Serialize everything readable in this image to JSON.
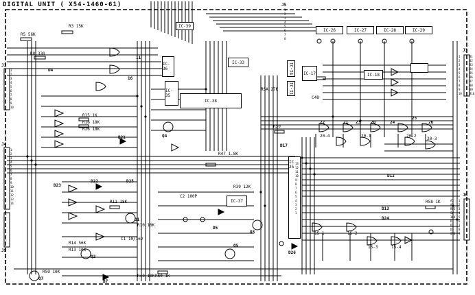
{
  "title": "DIGITAL UNIT ( X54-1460-61)",
  "ics": [
    {
      "id": "ic39",
      "label": "IC-39"
    },
    {
      "id": "ic26",
      "label": "IC-26"
    },
    {
      "id": "ic27",
      "label": "IC-27"
    },
    {
      "id": "ic28",
      "label": "IC-28"
    },
    {
      "id": "ic29",
      "label": "IC-29"
    },
    {
      "id": "ic34",
      "label": "IC-34"
    },
    {
      "id": "ic35",
      "label": "IC-35"
    },
    {
      "id": "ic36",
      "label": "IC-36"
    },
    {
      "id": "ic33",
      "label": "IC-33"
    },
    {
      "id": "ic38",
      "label": "IC-38"
    },
    {
      "id": "ic31",
      "label": "IC-31"
    },
    {
      "id": "ic17",
      "label": "IC-17"
    },
    {
      "id": "ic18",
      "label": "IC-18"
    },
    {
      "id": "ic25",
      "label": "IC 25"
    },
    {
      "id": "ic37",
      "label": "IC-37"
    }
  ],
  "connectors": {
    "j1": "J1",
    "j3": "J3",
    "j4": "J4",
    "j5": "J5",
    "j6": "J6",
    "j9": "J9"
  },
  "parts": {
    "r3": "R3 15K",
    "r5": "R5 56K",
    "r8": "R8 330",
    "d4": "D4",
    "d17": "D17",
    "d21": "D21",
    "d22": "D22",
    "d23": "D23",
    "d24": "D24",
    "d25": "D25",
    "d26": "D26",
    "d7": "D7",
    "d5": "D5",
    "q1": "Q1",
    "q2": "Q2",
    "q3": "Q3",
    "q4": "Q4",
    "q5": "Q5",
    "q7": "Q7",
    "c48": "C48",
    "r58": "R58 1K",
    "d12": "D12",
    "d13": "D13",
    "r50": "R50",
    "r26": "R26 18K",
    "r16": "R16 18K",
    "r15": "R15 1K",
    "r11": "R11 18K",
    "r10": "R10 10K",
    "rsa": "RSA 27K",
    "c1": "C1 10/16V",
    "c2": "C2 100P",
    "r14": "R14 56K",
    "r13": "R13 10K",
    "r47": "R47 1.8K",
    "r39": "R39 12K",
    "r59": "R59 10K",
    "r40": "R40 10K",
    "r60": "R60 1K"
  },
  "gate_labels": {
    "g20": "20",
    "g21": "21",
    "g22": "22",
    "g23": "23",
    "g24": "24",
    "g25": "25",
    "g26": "26",
    "g11": "11",
    "g16": "16",
    "g151": "15-1",
    "g152": "15-2",
    "g153": "15-3",
    "g154": "15-4",
    "g20a": "20-4",
    "g20b": "20-1",
    "g201": "20-1",
    "g202": "20-2",
    "g203": "20-3"
  },
  "pin_nums": {
    "j1": "1\n2\n3\n4\n5\n6\n7\n8\n9\n10",
    "j3": "1\n2\n3\n4\n5\n6\n7\n8\n9\n10",
    "j4": "1\n2\n3\n4\n5\n6\n7\n8\n9\n10\n11\n12\n13\n14",
    "j6": "1\n2\n3\n4\n5\n6\n7\n8\n9",
    "j5": "1\n2\n3\n4\n5\n6\n7\n8",
    "ic25": "13\n12\n11\n10\n9\n8\n7\n6\n5\n4\n3\n2\n1"
  },
  "j6_labels": "A1\nA2\nRES\n5W\n38K\nD1\nD2\nD3\nGND",
  "j3_labels": "B1\nB2\nB3\nB4\nB5\nB6\nB7\nB8\nB9\nB10"
}
